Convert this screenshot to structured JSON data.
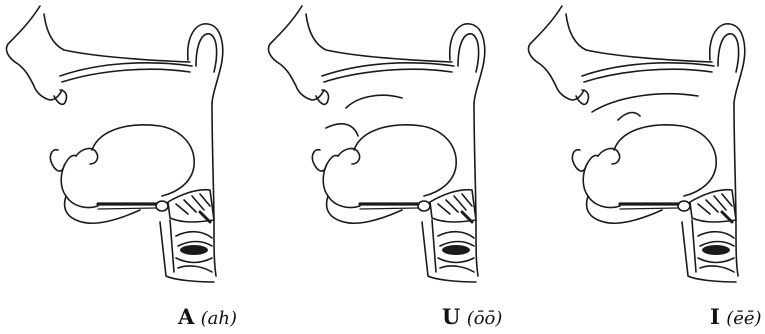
{
  "panels": [
    {
      "id": "a",
      "letter": "A",
      "sound": "(ah)"
    },
    {
      "id": "u",
      "letter": "U",
      "sound": "(ōō)"
    },
    {
      "id": "i",
      "letter": "I",
      "sound": "(ēē)"
    }
  ],
  "colors": {
    "ink": "#1a1a1a",
    "paper": "#ffffff"
  }
}
